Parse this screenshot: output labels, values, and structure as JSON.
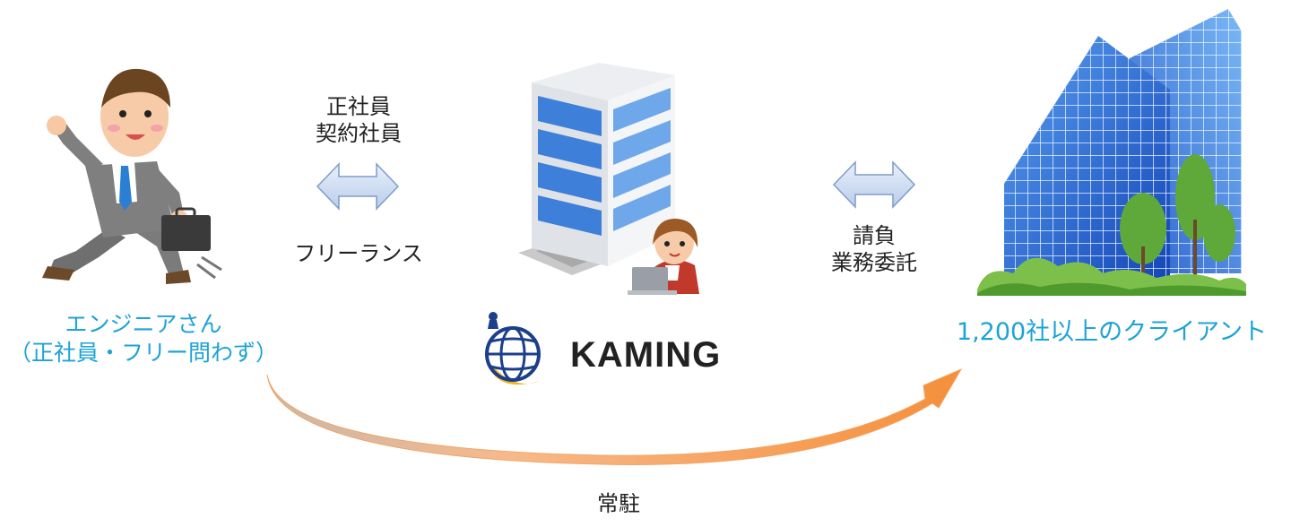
{
  "engineer": {
    "line1": "エンジニアさん",
    "line2": "（正社員・フリー問わず）"
  },
  "left_relation": {
    "line1": "正社員",
    "line2": "契約社員",
    "freelance": "フリーランス"
  },
  "right_relation": {
    "line1": "請負",
    "line2": "業務委託"
  },
  "company": {
    "name": "KAMING"
  },
  "client": {
    "label": "1,200社以上のクライアント"
  },
  "bottom": {
    "label": "常駐"
  },
  "colors": {
    "accent_blue": "#1ea3d6",
    "arrow_orange": "#f5a25a",
    "logo_navy": "#1b3f8a",
    "logo_gold": "#f2b51a"
  }
}
